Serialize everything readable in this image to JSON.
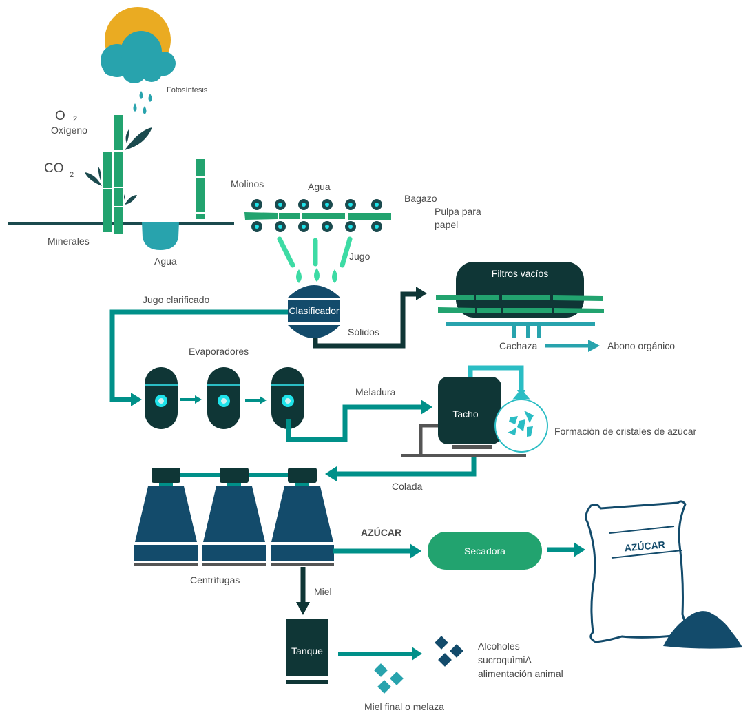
{
  "title": "Proceso de producción de azúcar de caña",
  "colors": {
    "dark_teal": "#0f3636",
    "navy": "#134b6b",
    "teal": "#009089",
    "cyan": "#28a3ad",
    "light_cyan": "#2bbdc4",
    "green": "#22a36f",
    "mint": "#3ddba4",
    "sun": "#eaab22",
    "gray": "#555555",
    "accent_dot": "#1ee3ea"
  },
  "nature": {
    "photosynthesis": "Fotosíntesis",
    "o2_symbol": "O",
    "o2_sub": "2",
    "o2_label": "Oxígeno",
    "co2_symbol": "CO",
    "co2_sub": "2",
    "minerals": "Minerales",
    "water": "Agua"
  },
  "mills": {
    "label": "Molinos",
    "water": "Agua",
    "bagasse": "Bagazo",
    "pulp_line1": "Pulpa para",
    "pulp_line2": "papel",
    "juice": "Jugo"
  },
  "clarifier": {
    "label": "Clasificador",
    "clarified_juice": "Jugo clarificado",
    "solids": "Sólidos"
  },
  "filters": {
    "label": "Filtros vacíos",
    "cachaza": "Cachaza",
    "fertilizer": "Abono orgánico"
  },
  "evaporators": {
    "label": "Evaporadores",
    "syrup": "Meladura"
  },
  "tacho": {
    "label": "Tacho",
    "crystals": "Formación de cristales de azúcar",
    "colada": "Colada"
  },
  "centrifuges": {
    "label": "Centrífugas",
    "sugar": "AZÚCAR",
    "honey": "Miel"
  },
  "dryer": {
    "label": "Secadora"
  },
  "bag": {
    "label": "AZÚCAR"
  },
  "tank": {
    "label": "Tanque",
    "molasses": "Miel final o melaza",
    "uses_line1": "Alcoholes",
    "uses_line2": "sucroquìmiA",
    "uses_line3": "alimentación animal"
  }
}
